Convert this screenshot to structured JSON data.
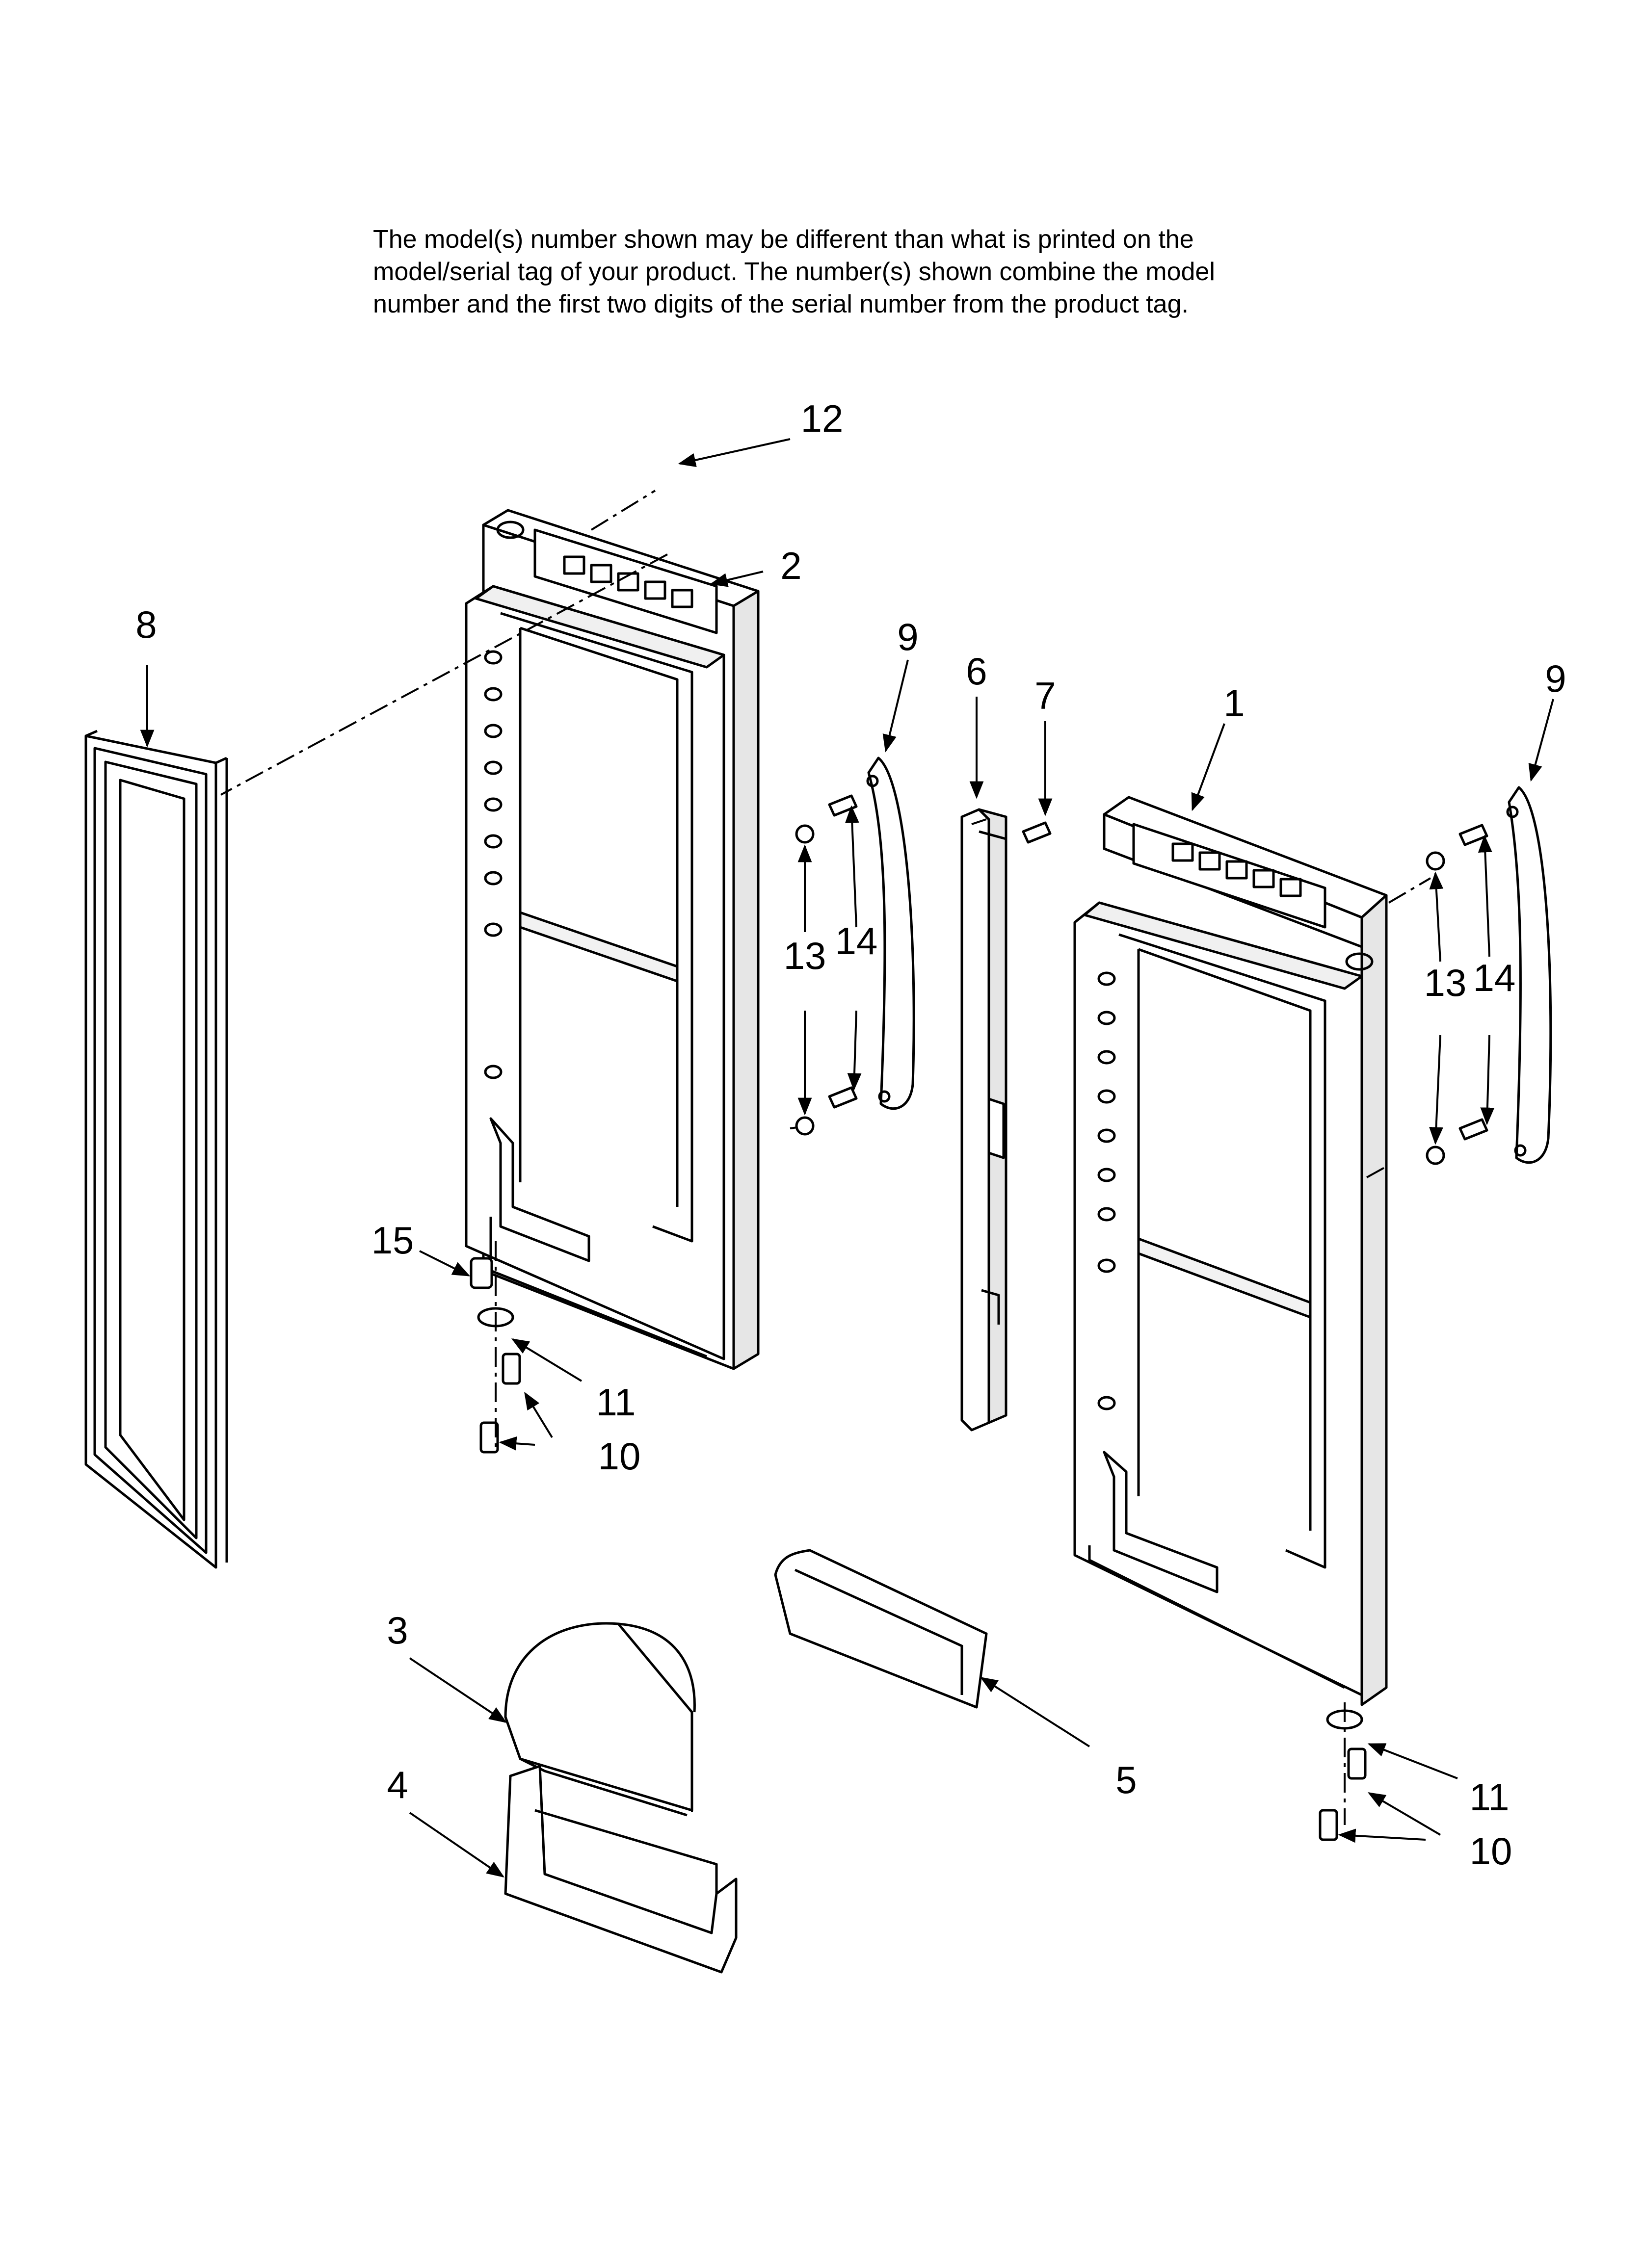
{
  "note_text": "The model(s) number shown may be different than what is printed on the\nmodel/serial tag of your product. The number(s) shown combine the model\nnumber and the first two digits of the serial number from the product tag.",
  "callouts": {
    "c1": "1",
    "c2": "2",
    "c3": "3",
    "c4": "4",
    "c5": "5",
    "c6": "6",
    "c7": "7",
    "c8": "8",
    "c9": "9",
    "c10": "10",
    "c11": "11",
    "c12": "12",
    "c13": "13",
    "c14": "14",
    "c15": "15"
  },
  "colors": {
    "line": "#000000",
    "fill": "#ffffff",
    "shade": "#d9d9d9"
  }
}
